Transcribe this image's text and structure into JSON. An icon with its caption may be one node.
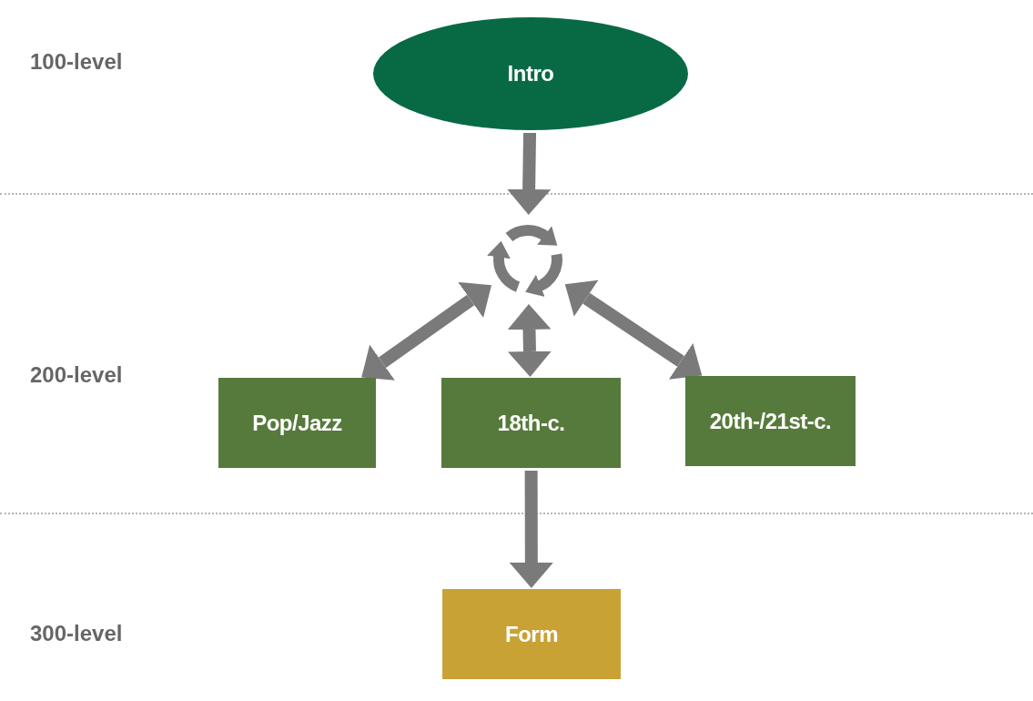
{
  "diagram": {
    "nodes": [
      {
        "text": [
          "Intro"
        ]
      },
      {
        "text": [],
        "shape": "picture"
      },
      {
        "text": [
          "Pop/Jazz"
        ]
      },
      {
        "text": [
          "18th-c."
        ]
      },
      {
        "text": [
          "20th-/21st-c."
        ]
      },
      {
        "text": [
          "Form"
        ]
      }
    ],
    "edges": [
      {
        "from": 0,
        "to": 1,
        "arrow": "to"
      },
      {
        "from": 1,
        "to": 2,
        "arrow": "both"
      },
      {
        "from": 1,
        "to": 3,
        "arrow": "both"
      },
      {
        "from": 1,
        "to": 4,
        "arrow": "both"
      },
      {
        "from": 3,
        "to": 5,
        "arrow": "to"
      }
    ],
    "labels": [
      "100-level",
      "200-level",
      "300-level"
    ]
  }
}
